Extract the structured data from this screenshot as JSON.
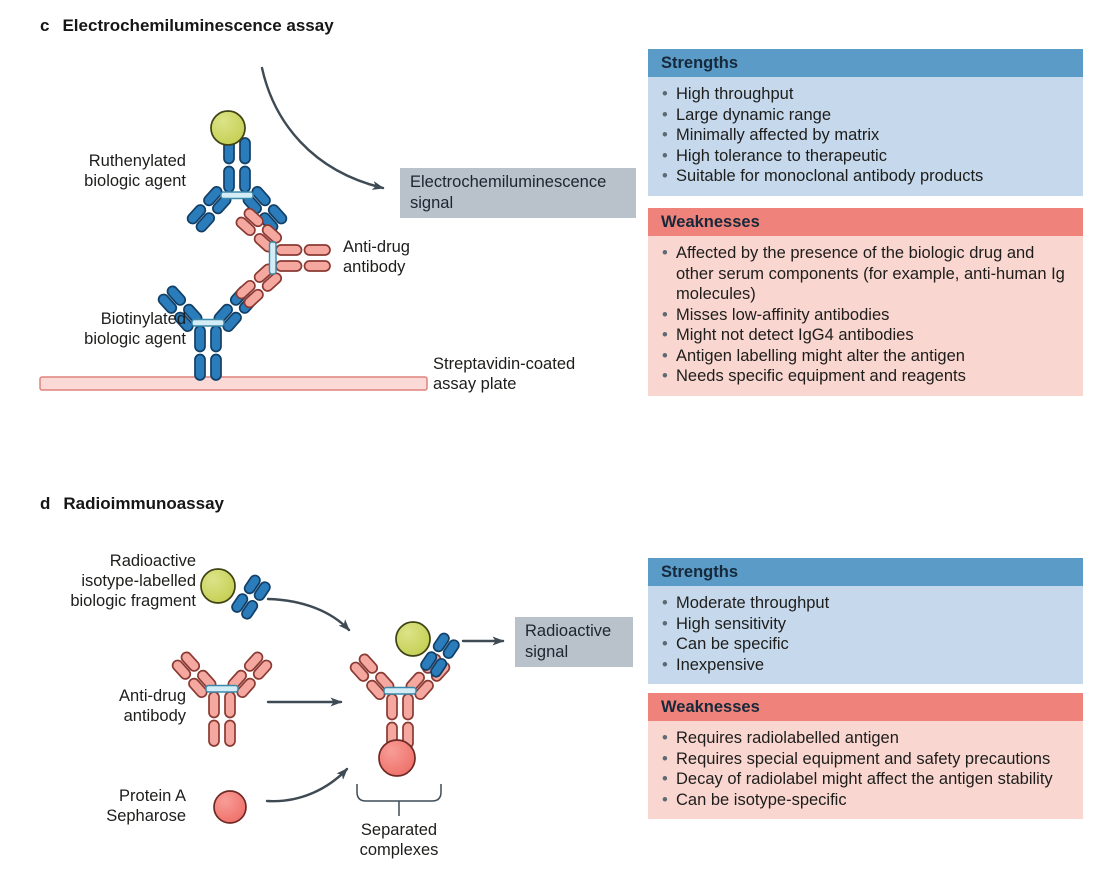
{
  "colors": {
    "strengths_header_bg": "#5b9bc8",
    "strengths_body_bg": "#c6d9ec",
    "weaknesses_header_bg": "#ef827a",
    "weaknesses_body_bg": "#f9d6d0",
    "signal_box_bg": "#b9c1ca",
    "header_text": "#16293a",
    "body_text": "#1d1d1b",
    "bullet": "#5d6a74",
    "antibody_blue": "#2b7cbb",
    "antibody_blue_stroke": "#123f66",
    "antibody_pink": "#f4a89f",
    "antibody_pink_stroke": "#8a3a33",
    "junction_fill": "#d3ecf6",
    "junction_stroke": "#3a89ab",
    "sphere_green": "#c2cd4c",
    "sphere_green_hi": "#dbe388",
    "sphere_green_stroke": "#3f4214",
    "sphere_red": "#ee6a64",
    "sphere_red_hi": "#f89d97",
    "sphere_red_stroke": "#6f2a26",
    "plate_fill": "#fbd9d7",
    "plate_stroke": "#e0837e",
    "arrow": "#3e4a54"
  },
  "panel_c": {
    "letter": "c",
    "title": "Electrochemiluminescence assay",
    "labels": {
      "ruthenylated": "Ruthenylated\nbiologic agent",
      "anti_drug": "Anti-drug\nantibody",
      "biotinylated": "Biotinylated\nbiologic agent",
      "plate": "Streptavidin-coated\nassay plate",
      "signal": "Electrochemiluminescence\nsignal"
    },
    "strengths": {
      "header": "Strengths",
      "items": [
        "High throughput",
        "Large dynamic range",
        "Minimally affected by matrix",
        "High tolerance to therapeutic",
        "Suitable for monoclonal antibody products"
      ]
    },
    "weaknesses": {
      "header": "Weaknesses",
      "items": [
        "Affected by the presence of the biologic drug and other serum components (for example, anti-human Ig molecules)",
        "Misses low-affinity antibodies",
        "Might not detect IgG4 antibodies",
        "Antigen labelling might alter the antigen",
        "Needs specific equipment and reagents"
      ]
    }
  },
  "panel_d": {
    "letter": "d",
    "title": "Radioimmunoassay",
    "labels": {
      "fragment": "Radioactive\nisotype-labelled\nbiologic fragment",
      "anti_drug": "Anti-drug\nantibody",
      "protein_a": "Protein A\nSepharose",
      "separated": "Separated\ncomplexes",
      "signal": "Radioactive\nsignal"
    },
    "strengths": {
      "header": "Strengths",
      "items": [
        "Moderate throughput",
        "High sensitivity",
        "Can be specific",
        "Inexpensive"
      ]
    },
    "weaknesses": {
      "header": "Weaknesses",
      "items": [
        "Requires radiolabelled antigen",
        "Requires special equipment and safety precautions",
        "Decay of radiolabel might affect the antigen stability",
        "Can be isotype-specific"
      ]
    }
  }
}
